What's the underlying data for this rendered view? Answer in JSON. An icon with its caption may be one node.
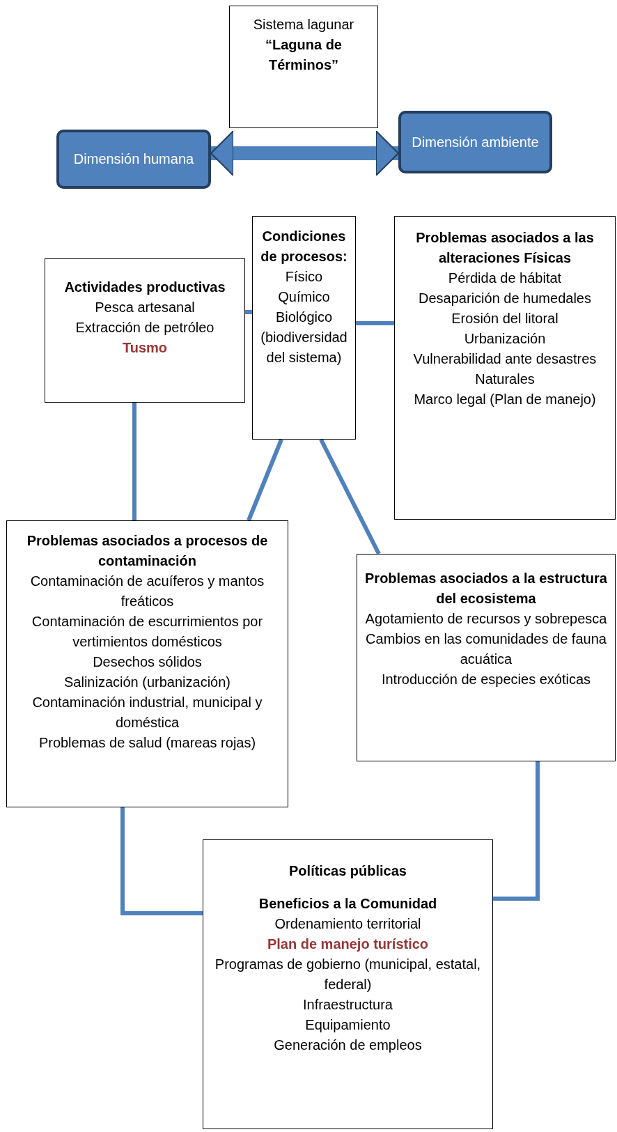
{
  "diagram": {
    "nodes": [
      {
        "text": [
          "Sistema lagunar",
          "“Laguna de Términos”"
        ]
      },
      {
        "text": [
          "Dimensión humana"
        ]
      },
      {
        "text": [
          "Dimensión ambiente"
        ]
      },
      {
        "text": [
          "Condiciones de procesos:",
          "Físico",
          "Químico",
          "Biológico (biodiversidad del sistema)"
        ]
      },
      {
        "text": [
          "Actividades productivas",
          "Pesca artesanal",
          "Extracción de petróleo",
          "Tusmo"
        ]
      },
      {
        "text": [
          "Problemas asociados a las alteraciones Físicas",
          "Pérdida de hábitat",
          "Desaparición de humedales",
          "Erosión del litoral",
          "Urbanización",
          "Vulnerabilidad ante desastres Naturales",
          "Marco legal (Plan de manejo)"
        ]
      },
      {
        "text": [
          "Problemas asociados a procesos de contaminación",
          "Contaminación de acuíferos y mantos freáticos",
          "Contaminación de escurrimientos por vertimientos domésticos",
          "Desechos sólidos",
          "Salinización (urbanización)",
          "Contaminación industrial, municipal y doméstica",
          "Problemas de salud (mareas rojas)"
        ]
      },
      {
        "text": [
          "Problemas asociados a la estructura del ecosistema",
          "Agotamiento de recursos y sobrepesca",
          "Cambios en las comunidades de fauna acuática",
          "Introducción de especies exóticas"
        ]
      },
      {
        "text": [
          "Políticas públicas",
          "Beneficios a la Comunidad",
          "Ordenamiento territorial",
          "Plan de manejo turístico",
          "Programas de gobierno (municipal, estatal, federal)",
          "Infraestructura",
          "Equipamiento",
          "Generación de empleos"
        ]
      }
    ],
    "edges": [
      {
        "from": 1,
        "to": 2,
        "arrow": "both",
        "style": "thick"
      },
      {
        "from": 4,
        "to": 3,
        "arrow": "none"
      },
      {
        "from": 3,
        "to": 5,
        "arrow": "none"
      },
      {
        "from": 4,
        "to": 6,
        "arrow": "none"
      },
      {
        "from": 3,
        "to": 6,
        "arrow": "none"
      },
      {
        "from": 3,
        "to": 7,
        "arrow": "none"
      },
      {
        "from": 6,
        "to": 8,
        "arrow": "none"
      },
      {
        "from": 7,
        "to": 8,
        "arrow": "none"
      }
    ]
  }
}
